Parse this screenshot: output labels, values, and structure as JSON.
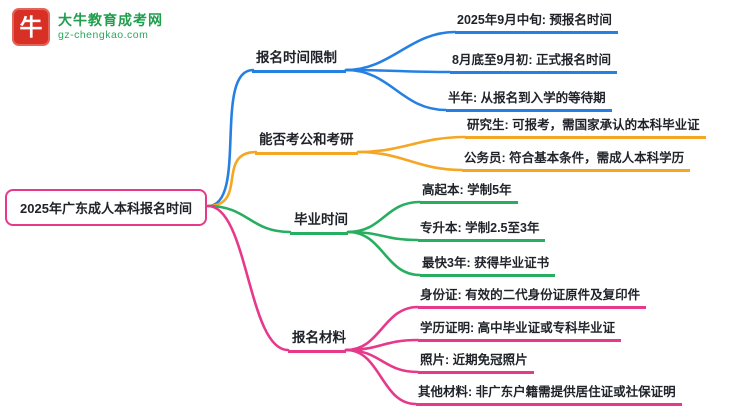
{
  "site": {
    "name": "大牛教育成考网",
    "url": "gz-chengkao.com",
    "logo_glyph": "牛"
  },
  "root": {
    "label": "2025年广东成人本科报名时间"
  },
  "colors": {
    "blue": "#2680e3",
    "orange": "#f5a623",
    "green": "#27ae60",
    "pink": "#e6398b",
    "logo_red": "#d93025",
    "logo_green": "#1f9e4c"
  },
  "branches": [
    {
      "label": "报名时间限制",
      "color": "#2680e3",
      "children": [
        "2025年9月中旬: 预报名时间",
        "8月底至9月初: 正式报名时间",
        "半年: 从报名到入学的等待期"
      ]
    },
    {
      "label": "能否考公和考研",
      "color": "#f5a623",
      "children": [
        "研究生: 可报考，需国家承认的本科毕业证",
        "公务员: 符合基本条件，需成人本科学历"
      ]
    },
    {
      "label": "毕业时间",
      "color": "#27ae60",
      "children": [
        "高起本: 学制5年",
        "专升本: 学制2.5至3年",
        "最快3年: 获得毕业证书"
      ]
    },
    {
      "label": "报名材料",
      "color": "#e6398b",
      "children": [
        "身份证: 有效的二代身份证原件及复印件",
        "学历证明: 高中毕业证或专科毕业证",
        "照片: 近期免冠照片",
        "其他材料: 非广东户籍需提供居住证或社保证明"
      ]
    }
  ]
}
